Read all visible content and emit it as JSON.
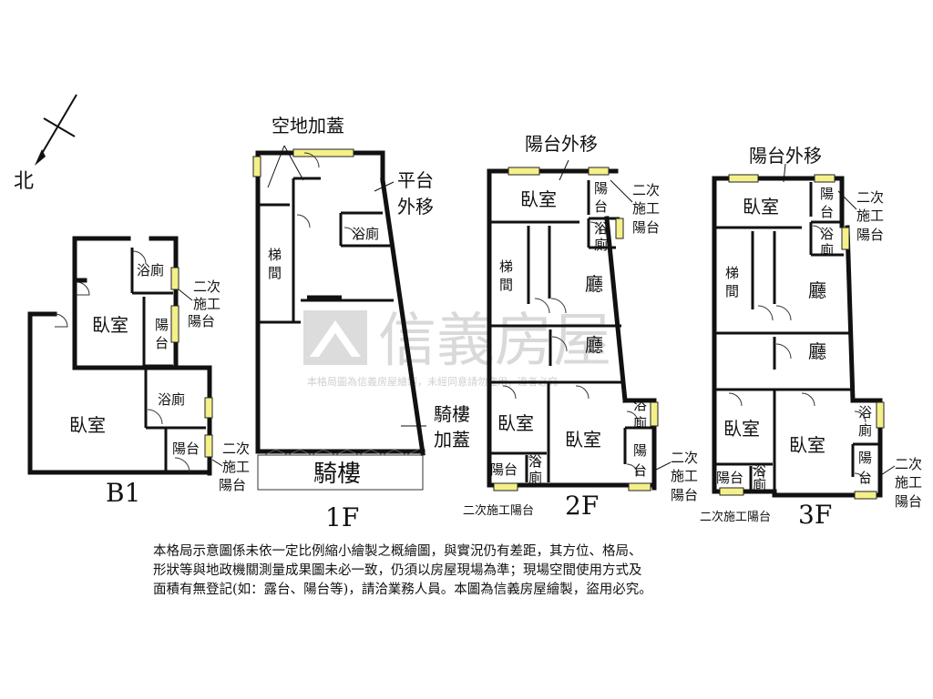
{
  "compass": {
    "label": "北"
  },
  "watermark": {
    "brand": "信義房屋",
    "subtitle": "本格局圖為信義房屋繪製，未經同意請勿盜用，違者必究"
  },
  "floors": {
    "b1": {
      "label": "B1",
      "rooms": {
        "bedroom_upper": "臥室",
        "bedroom_lower": "臥室",
        "bath_upper": "浴廁",
        "bath_lower": "浴廁"
      },
      "balcony_mid": [
        "陽",
        "台"
      ],
      "balcony_low": "陽台",
      "note_upper": [
        "二次",
        "施工",
        "陽台"
      ],
      "note_lower": [
        "二次",
        "施工",
        "陽台"
      ]
    },
    "f1": {
      "label": "1F",
      "extension": "空地加蓋",
      "platform": [
        "平台",
        "外移"
      ],
      "stairs": [
        "梯",
        "間"
      ],
      "bath": "浴廁",
      "arcade": "騎樓",
      "arcade_ext": [
        "騎樓",
        "加蓋"
      ]
    },
    "f2": {
      "label": "2F",
      "balcony_move": "陽台外移",
      "rooms": {
        "bedroom_top": "臥室",
        "living_upper": "廳",
        "living_lower": "廳",
        "bedroom_left": "臥室",
        "bedroom_right": "臥室"
      },
      "stairs": [
        "梯",
        "間"
      ],
      "bath_top": [
        "浴",
        "廁"
      ],
      "balcony_top": [
        "陽",
        "台"
      ],
      "bath_right": [
        "浴",
        "廁"
      ],
      "balcony_right": [
        "陽",
        "台"
      ],
      "balcony_bl": "陽台",
      "bath_bl": [
        "浴",
        "廁"
      ],
      "note_top": [
        "二次",
        "施工",
        "陽台"
      ],
      "note_right": [
        "二次",
        "施工",
        "陽台"
      ],
      "note_bottom": "二次施工陽台"
    },
    "f3": {
      "label": "3F",
      "balcony_move": "陽台外移",
      "rooms": {
        "bedroom_top": "臥室",
        "living_upper": "廳",
        "living_lower": "廳",
        "bedroom_left": "臥室",
        "bedroom_right": "臥室"
      },
      "stairs": [
        "梯",
        "間"
      ],
      "bath_top": [
        "浴",
        "廁"
      ],
      "balcony_top": [
        "陽",
        "台"
      ],
      "bath_right": [
        "浴",
        "廁"
      ],
      "balcony_right": [
        "陽",
        "台"
      ],
      "balcony_bl": "陽台",
      "bath_bl": [
        "浴",
        "廁"
      ],
      "note_top": [
        "二次",
        "施工",
        "陽台"
      ],
      "note_right": [
        "二次",
        "施工",
        "陽台"
      ],
      "note_bottom": "二次施工陽台"
    }
  },
  "disclaimer": [
    "本格局示意圖係未依一定比例縮小繪製之概繪圖，與實況仍有差距，其方位、格局、",
    "形狀等與地政機關測量成果圖未必一致，仍須以房屋現場為準；現場空間使用方式及",
    "面積有無登記(如：露台、陽台等)，請洽業務人員。本圖為信義房屋繪製，盜用必究。"
  ],
  "colors": {
    "wall": "#111111",
    "window": "#f4f08a",
    "watermark": "#d9d9d9"
  }
}
